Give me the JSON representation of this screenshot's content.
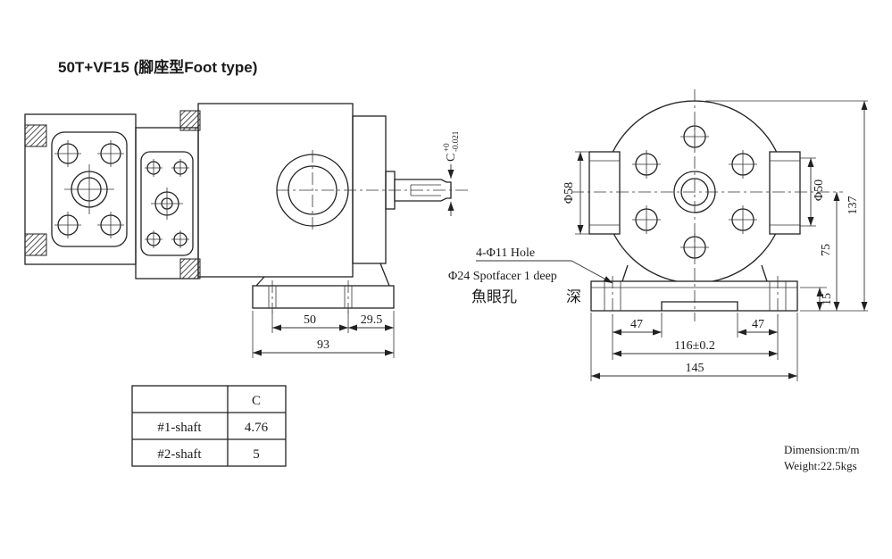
{
  "title": "50T+VF15 (腳座型Foot type)",
  "side_view": {
    "dim_hole_spacing": "50",
    "dim_overhang": "29.5",
    "dim_base_span": "93",
    "shaft_letter": "C",
    "shaft_tol_upper": "+0",
    "shaft_tol_lower": "-0.021"
  },
  "front_view": {
    "dim_left_flange": "Φ58",
    "dim_right_flange": "Φ50",
    "dim_total_height": "137",
    "dim_center_height": "75",
    "dim_base_height": "15",
    "dim_hole_left": "47",
    "dim_hole_right": "47",
    "dim_hole_spacing": "116±0.2",
    "dim_base_width": "145"
  },
  "annotation": {
    "hole_note": "4-Φ11 Hole",
    "spotface_note": "Φ24 Spotfacer 1 deep",
    "cn_spotface": "魚眼孔",
    "cn_deep": "深"
  },
  "shaft_table": {
    "col_header": "C",
    "rows": [
      {
        "label": "#1-shaft",
        "value": "4.76"
      },
      {
        "label": "#2-shaft",
        "value": "5"
      }
    ]
  },
  "notes": {
    "dimension": "Dimension:m/m",
    "weight": "Weight:22.5kgs"
  }
}
